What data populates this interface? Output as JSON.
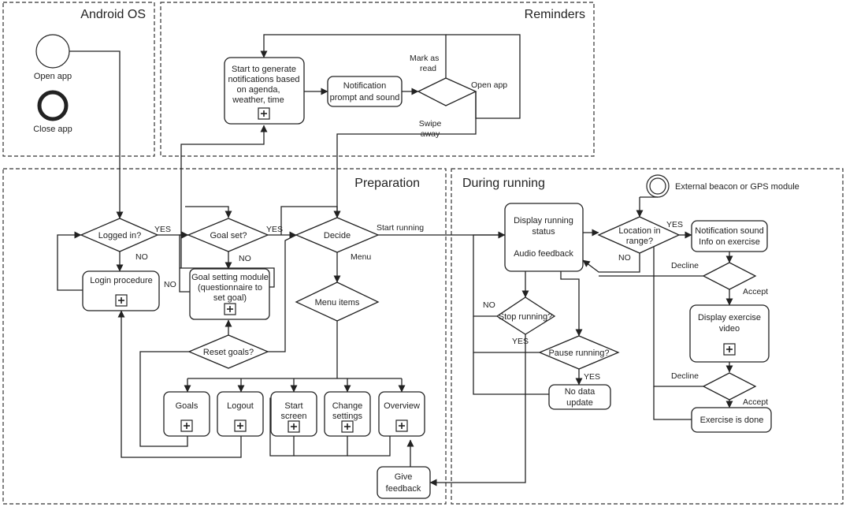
{
  "lanes": {
    "android": "Android OS",
    "reminders": "Reminders",
    "preparation": "Preparation",
    "running": "During running"
  },
  "android": {
    "open_app": "Open app",
    "close_app": "Close app"
  },
  "reminders": {
    "start_generate": [
      "Start to generate",
      "notifications based",
      "on agenda,",
      "weather, time"
    ],
    "notification_prompt": [
      "Notification",
      "prompt and sound"
    ],
    "mark_as_read": [
      "Mark as",
      "read"
    ],
    "open_app": "Open app",
    "swipe_away": [
      "Swipe",
      "away"
    ]
  },
  "preparation": {
    "logged_in": "Logged in?",
    "login_procedure": "Login procedure",
    "goal_set": "Goal set?",
    "goal_setting_module": [
      "Goal setting module",
      "(questionnaire to",
      "set goal)"
    ],
    "reset_goals": "Reset goals?",
    "decide": "Decide",
    "menu_items": "Menu items",
    "goals": "Goals",
    "logout": "Logout",
    "start_screen": [
      "Start",
      "screen"
    ],
    "change_settings": [
      "Change",
      "settings"
    ],
    "overview": "Overview",
    "give_feedback": [
      "Give",
      "feedback"
    ],
    "start_running": "Start running",
    "menu": "Menu"
  },
  "running": {
    "display_status": [
      "Display running",
      "status"
    ],
    "audio_feedback": "Audio feedback",
    "location_in_range": [
      "Location in",
      "range?"
    ],
    "external_beacon": "External beacon or GPS module",
    "notification_sound": [
      "Notification sound",
      "Info on exercise"
    ],
    "stop_running": "Stop running?",
    "pause_running": "Pause running?",
    "no_data_update": [
      "No data",
      "update"
    ],
    "display_exercise_video": [
      "Display exercise",
      "video"
    ],
    "exercise_done": "Exercise is done",
    "decline": "Decline",
    "accept": "Accept"
  },
  "labels": {
    "yes": "YES",
    "no": "NO"
  },
  "colors": {
    "stroke": "#222222",
    "background": "#ffffff"
  }
}
